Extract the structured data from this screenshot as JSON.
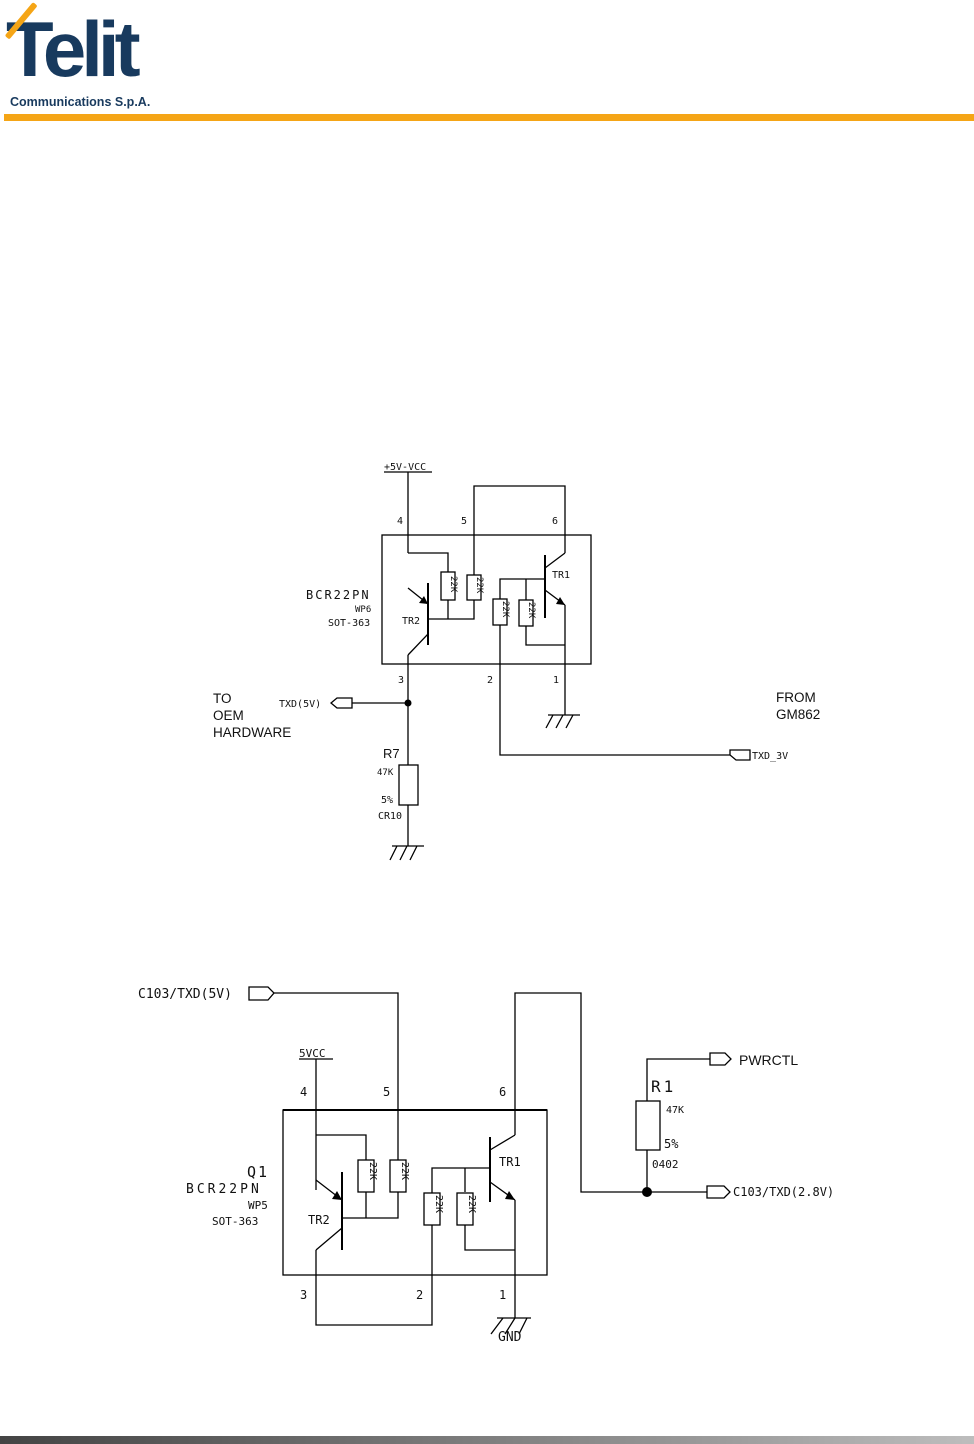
{
  "header": {
    "logo_word": "Telit",
    "logo_subtitle": "Communications S.p.A.",
    "brand_color": "#f5a516",
    "logo_color": "#183a5e"
  },
  "circuit1": {
    "supply": "+5V-VCC",
    "part": "BCR22PN",
    "package_code": "WP6",
    "package": "SOT-363",
    "transistor_top": "TR1",
    "transistor_bottom": "TR2",
    "resistor_value": "22K",
    "pins": [
      "1",
      "2",
      "3",
      "4",
      "5",
      "6"
    ],
    "left_label": [
      "TO",
      "OEM",
      "HARDWARE"
    ],
    "right_label": [
      "FROM",
      "GM862"
    ],
    "port_left": "TXD(5V)",
    "port_right": "TXD_3V",
    "r7": {
      "ref": "R7",
      "value": "47K",
      "tolerance": "5%",
      "footprint": "CR10"
    }
  },
  "circuit2": {
    "port_in": "C103/TXD(5V)",
    "supply": "5VCC",
    "ref": "Q1",
    "part": "BCR22PN",
    "package_code": "WP5",
    "package": "SOT-363",
    "transistor_top": "TR1",
    "transistor_bottom": "TR2",
    "resistor_value": "22K",
    "pins": [
      "1",
      "2",
      "3",
      "4",
      "5",
      "6"
    ],
    "port_pwr": "PWRCTL",
    "port_out": "C103/TXD(2.8V)",
    "ground": "GND",
    "r1": {
      "ref": "R1",
      "value": "47K",
      "tolerance": "5%",
      "footprint": "0402"
    }
  }
}
